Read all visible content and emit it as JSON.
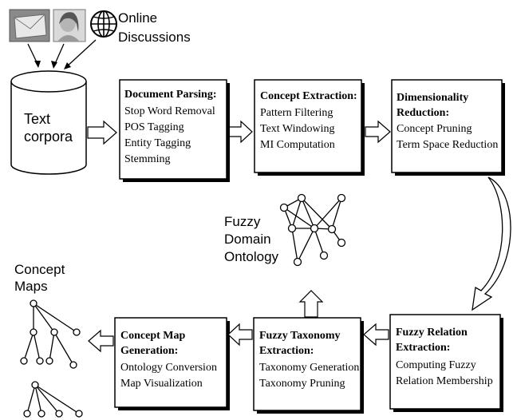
{
  "sources": {
    "label_line1": "Online",
    "label_line2": "Discussions",
    "icons": [
      "email-icon",
      "person-photo-icon",
      "globe-icon"
    ]
  },
  "corpora": {
    "line1": "Text",
    "line2": "corpora"
  },
  "boxes": {
    "parsing": {
      "title": "Document Parsing:",
      "items": [
        "Stop Word Removal",
        "POS Tagging",
        "Entity Tagging",
        "Stemming"
      ]
    },
    "extraction": {
      "title": "Concept Extraction:",
      "items": [
        "Pattern Filtering",
        "Text Windowing",
        "MI Computation"
      ]
    },
    "dimensionality": {
      "title_line1": "Dimensionality",
      "title_line2": "Reduction:",
      "items": [
        "Concept Pruning",
        "Term Space Reduction"
      ]
    },
    "relation": {
      "title_line1": "Fuzzy Relation",
      "title_line2": "Extraction:",
      "items": [
        "Computing Fuzzy",
        "Relation Membership"
      ]
    },
    "taxonomy": {
      "title_line1": "Fuzzy Taxonomy",
      "title_line2": "Extraction:",
      "items": [
        "Taxonomy Generation",
        "Taxonomy Pruning"
      ]
    },
    "conceptmap": {
      "title_line1": "Concept Map",
      "title_line2": "Generation:",
      "items": [
        "Ontology Conversion",
        "Map Visualization"
      ]
    }
  },
  "ontology": {
    "line1": "Fuzzy",
    "line2": "Domain",
    "line3": "Ontology"
  },
  "maps": {
    "line1": "Concept",
    "line2": "Maps"
  },
  "colors": {
    "line": "#000000",
    "box_fill": "#ffffff",
    "shadow": "#000000"
  }
}
